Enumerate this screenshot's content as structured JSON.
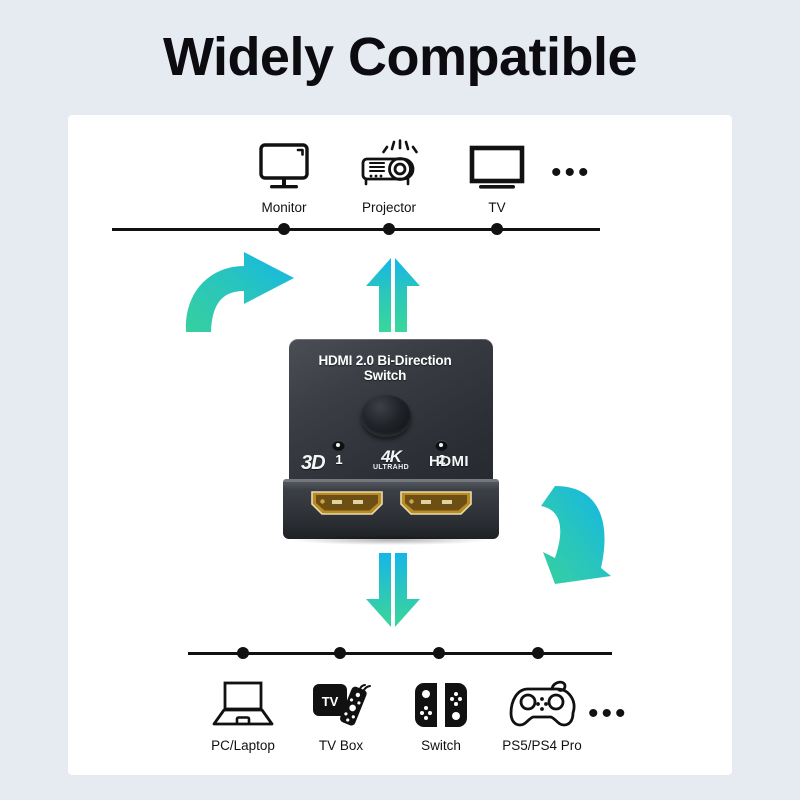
{
  "page": {
    "title": "Widely Compatible",
    "background_color": "#e6eaf1",
    "card_color": "#ffffff",
    "accent_gradient_from": "#13b7e8",
    "accent_gradient_to": "#3ad29f"
  },
  "sources": {
    "ellipsis": "•••",
    "items": [
      {
        "label": "Monitor",
        "icon": "monitor-icon"
      },
      {
        "label": "Projector",
        "icon": "projector-icon"
      },
      {
        "label": "TV",
        "icon": "tv-icon"
      }
    ]
  },
  "outputs": {
    "ellipsis": "•••",
    "items": [
      {
        "label": "PC/Laptop",
        "icon": "laptop-icon"
      },
      {
        "label": "TV Box",
        "icon": "tv-box-icon"
      },
      {
        "label": "Switch",
        "icon": "nintendo-switch-icon"
      },
      {
        "label": "PS5/PS4 Pro",
        "icon": "gamepad-icon"
      }
    ]
  },
  "device": {
    "title_line1": "HDMI 2.0 Bi-Direction",
    "title_line2": "Switch",
    "led_1": "1",
    "led_2": "2",
    "badge_3d": "3D",
    "badge_4k": "4K",
    "badge_4k_sub": "ULTRAHD",
    "badge_hdmi": "HDMI",
    "tv_box_label": "TV"
  },
  "flow": {
    "arrow_up": "up-arrow",
    "arrow_down": "down-arrow",
    "arrow_curve_left": "curved-arrow-up-right",
    "arrow_curve_right": "curved-arrow-down-left"
  }
}
